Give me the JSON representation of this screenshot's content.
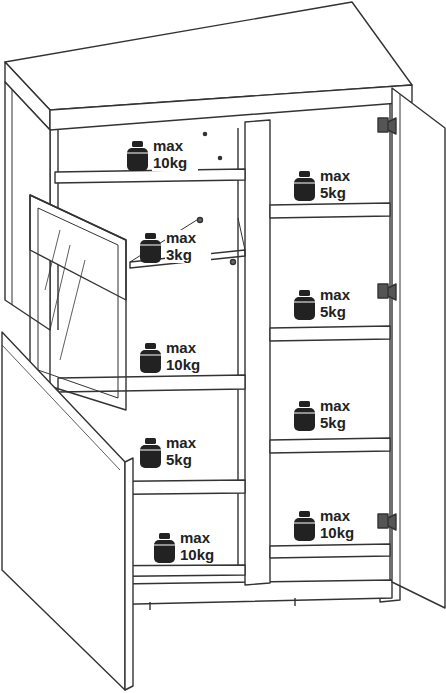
{
  "diagram": {
    "labels": [
      "max 10kg",
      "max 5kg",
      "max 3kg",
      "max 5kg",
      "max 10kg",
      "max 5kg",
      "max 5kg",
      "max 10kg",
      "max 10kg"
    ]
  }
}
